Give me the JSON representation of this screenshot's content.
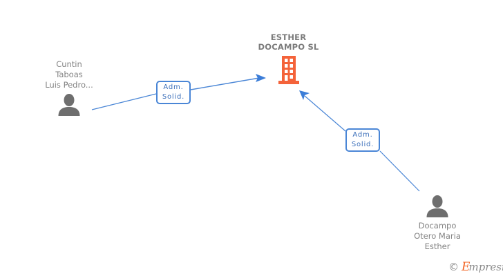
{
  "diagram": {
    "type": "corporate-relationship-graph",
    "background_color": "#ffffff",
    "company_color": "#f4633a",
    "person_color": "#6e6e6e",
    "edge_color": "#4a86d6",
    "label_color": "#838383",
    "nodes": [
      {
        "id": "company",
        "kind": "company",
        "label_lines": [
          "ESTHER",
          "DOCAMPO SL"
        ],
        "icon": "building-icon"
      },
      {
        "id": "person-left",
        "kind": "person",
        "label_lines": [
          "Cuntin",
          "Taboas",
          "Luis Pedro..."
        ],
        "icon": "person-icon"
      },
      {
        "id": "person-right",
        "kind": "person",
        "label_lines": [
          "Docampo",
          "Otero Maria",
          "Esther"
        ],
        "icon": "person-icon"
      }
    ],
    "edges": [
      {
        "id": "edge-left",
        "from": "person-left",
        "to": "company",
        "badge_lines": [
          "Adm.",
          "Solid."
        ],
        "arrow": "to-company"
      },
      {
        "id": "edge-right",
        "from": "person-right",
        "to": "company",
        "badge_lines": [
          "Adm.",
          "Solid."
        ],
        "arrow": "to-company"
      }
    ]
  },
  "watermark": {
    "copyright": "©",
    "brand_initial": "E",
    "brand_rest": "mpresia"
  }
}
